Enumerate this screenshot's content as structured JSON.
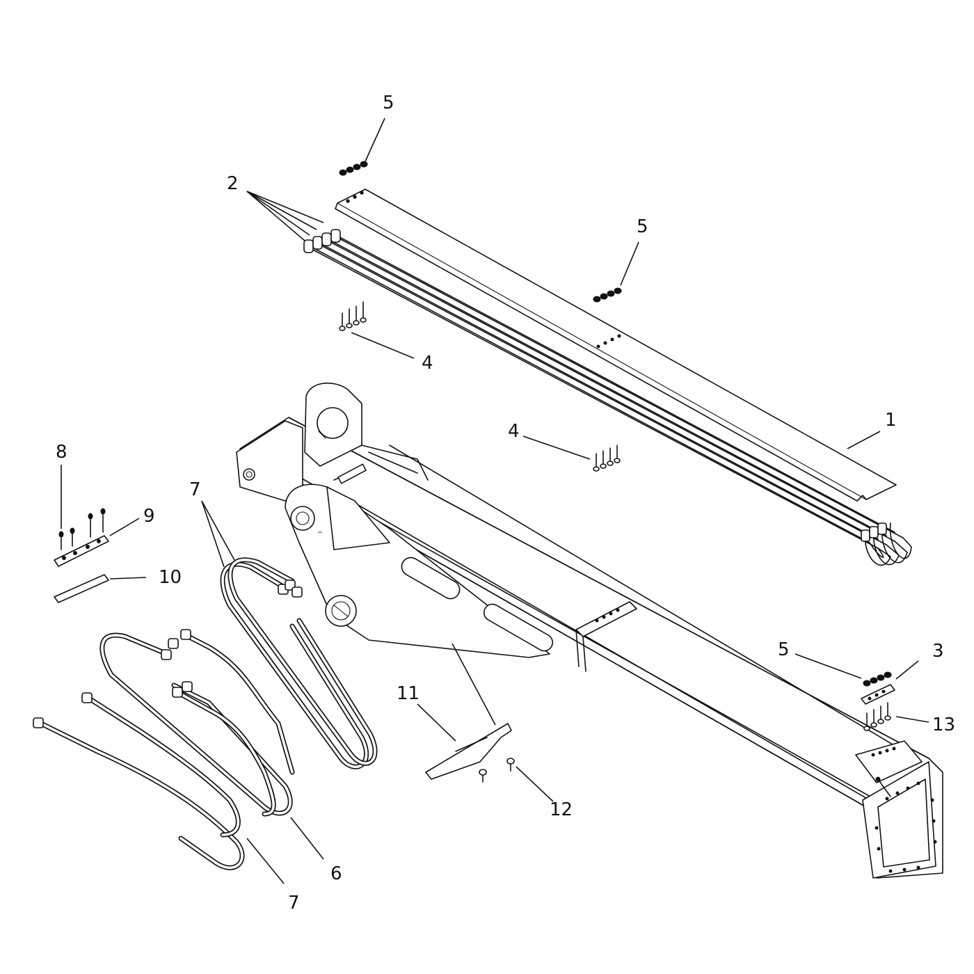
{
  "callouts": {
    "c1": "1",
    "c2": "2",
    "c3": "3",
    "c4a": "4",
    "c4b": "4",
    "c5a": "5",
    "c5b": "5",
    "c5c": "5",
    "c6": "6",
    "c7a": "7",
    "c7b": "7",
    "c8": "8",
    "c9": "9",
    "c10": "10",
    "c11": "11",
    "c12": "12",
    "c13": "13"
  },
  "colors": {
    "line": "#111111",
    "background": "#ffffff"
  }
}
